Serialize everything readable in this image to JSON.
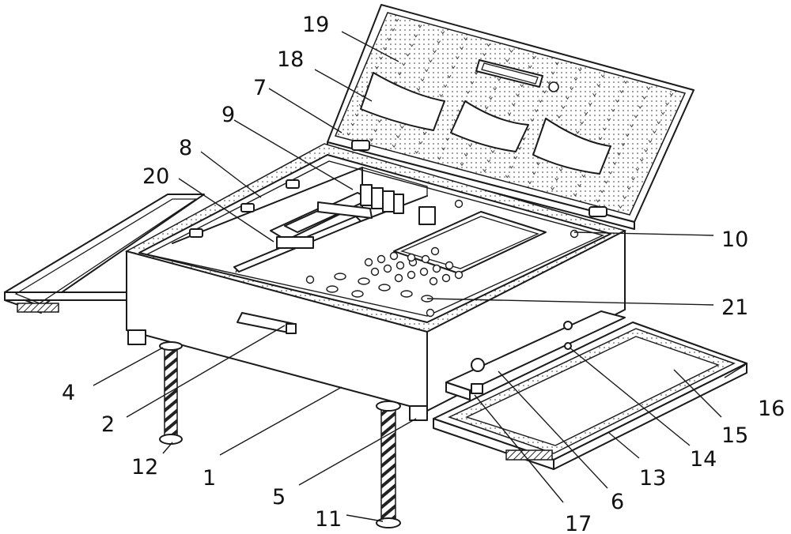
{
  "callouts": [
    {
      "id": "c1",
      "text": "1"
    },
    {
      "id": "c2",
      "text": "2"
    },
    {
      "id": "c4",
      "text": "4"
    },
    {
      "id": "c5",
      "text": "5"
    },
    {
      "id": "c6",
      "text": "6"
    },
    {
      "id": "c7",
      "text": "7"
    },
    {
      "id": "c8",
      "text": "8"
    },
    {
      "id": "c9",
      "text": "9"
    },
    {
      "id": "c10",
      "text": "10"
    },
    {
      "id": "c11",
      "text": "11"
    },
    {
      "id": "c12",
      "text": "12"
    },
    {
      "id": "c13",
      "text": "13"
    },
    {
      "id": "c14",
      "text": "14"
    },
    {
      "id": "c15",
      "text": "15"
    },
    {
      "id": "c16",
      "text": "16"
    },
    {
      "id": "c17",
      "text": "17"
    },
    {
      "id": "c18",
      "text": "18"
    },
    {
      "id": "c19",
      "text": "19"
    },
    {
      "id": "c20",
      "text": "20"
    },
    {
      "id": "c21",
      "text": "21"
    }
  ],
  "colors": {
    "line": "#1a1a1a",
    "background": "#ffffff"
  }
}
